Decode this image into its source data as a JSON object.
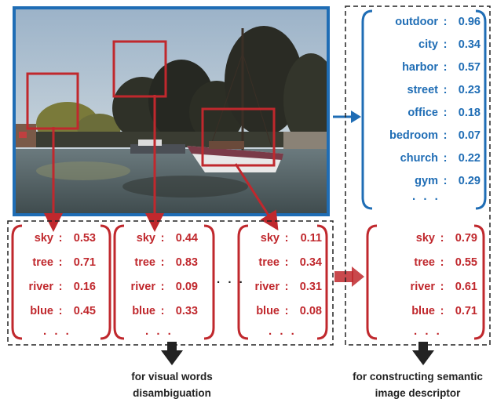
{
  "photo": {
    "description_icon": "photo-of-harbor-with-boat-and-trees"
  },
  "scene_scores": [
    {
      "word": "outdoor",
      "score": "0.96"
    },
    {
      "word": "city",
      "score": "0.34"
    },
    {
      "word": "harbor",
      "score": "0.57"
    },
    {
      "word": "street",
      "score": "0.23"
    },
    {
      "word": "office",
      "score": "0.18"
    },
    {
      "word": "bedroom",
      "score": "0.07"
    },
    {
      "word": "church",
      "score": "0.22"
    },
    {
      "word": "gym",
      "score": "0.29"
    }
  ],
  "region_scores": [
    [
      {
        "word": "sky",
        "score": "0.53"
      },
      {
        "word": "tree",
        "score": "0.71"
      },
      {
        "word": "river",
        "score": "0.16"
      },
      {
        "word": "blue",
        "score": "0.45"
      }
    ],
    [
      {
        "word": "sky",
        "score": "0.44"
      },
      {
        "word": "tree",
        "score": "0.83"
      },
      {
        "word": "river",
        "score": "0.09"
      },
      {
        "word": "blue",
        "score": "0.33"
      }
    ],
    [
      {
        "word": "sky",
        "score": "0.11"
      },
      {
        "word": "tree",
        "score": "0.34"
      },
      {
        "word": "river",
        "score": "0.31"
      },
      {
        "word": "blue",
        "score": "0.08"
      }
    ]
  ],
  "aggregate_scores": [
    {
      "word": "sky",
      "score": "0.79"
    },
    {
      "word": "tree",
      "score": "0.55"
    },
    {
      "word": "river",
      "score": "0.61"
    },
    {
      "word": "blue",
      "score": "0.71"
    }
  ],
  "ellipsis": ". . .",
  "separator": ":",
  "captions": {
    "left_line1": "for visual words",
    "left_line2": "disambiguation",
    "right_line1": "for constructing semantic",
    "right_line2": "image descriptor"
  },
  "colors": {
    "red": "#c0282d",
    "blue": "#1f6db5",
    "photo_border": "#1f6db5"
  }
}
